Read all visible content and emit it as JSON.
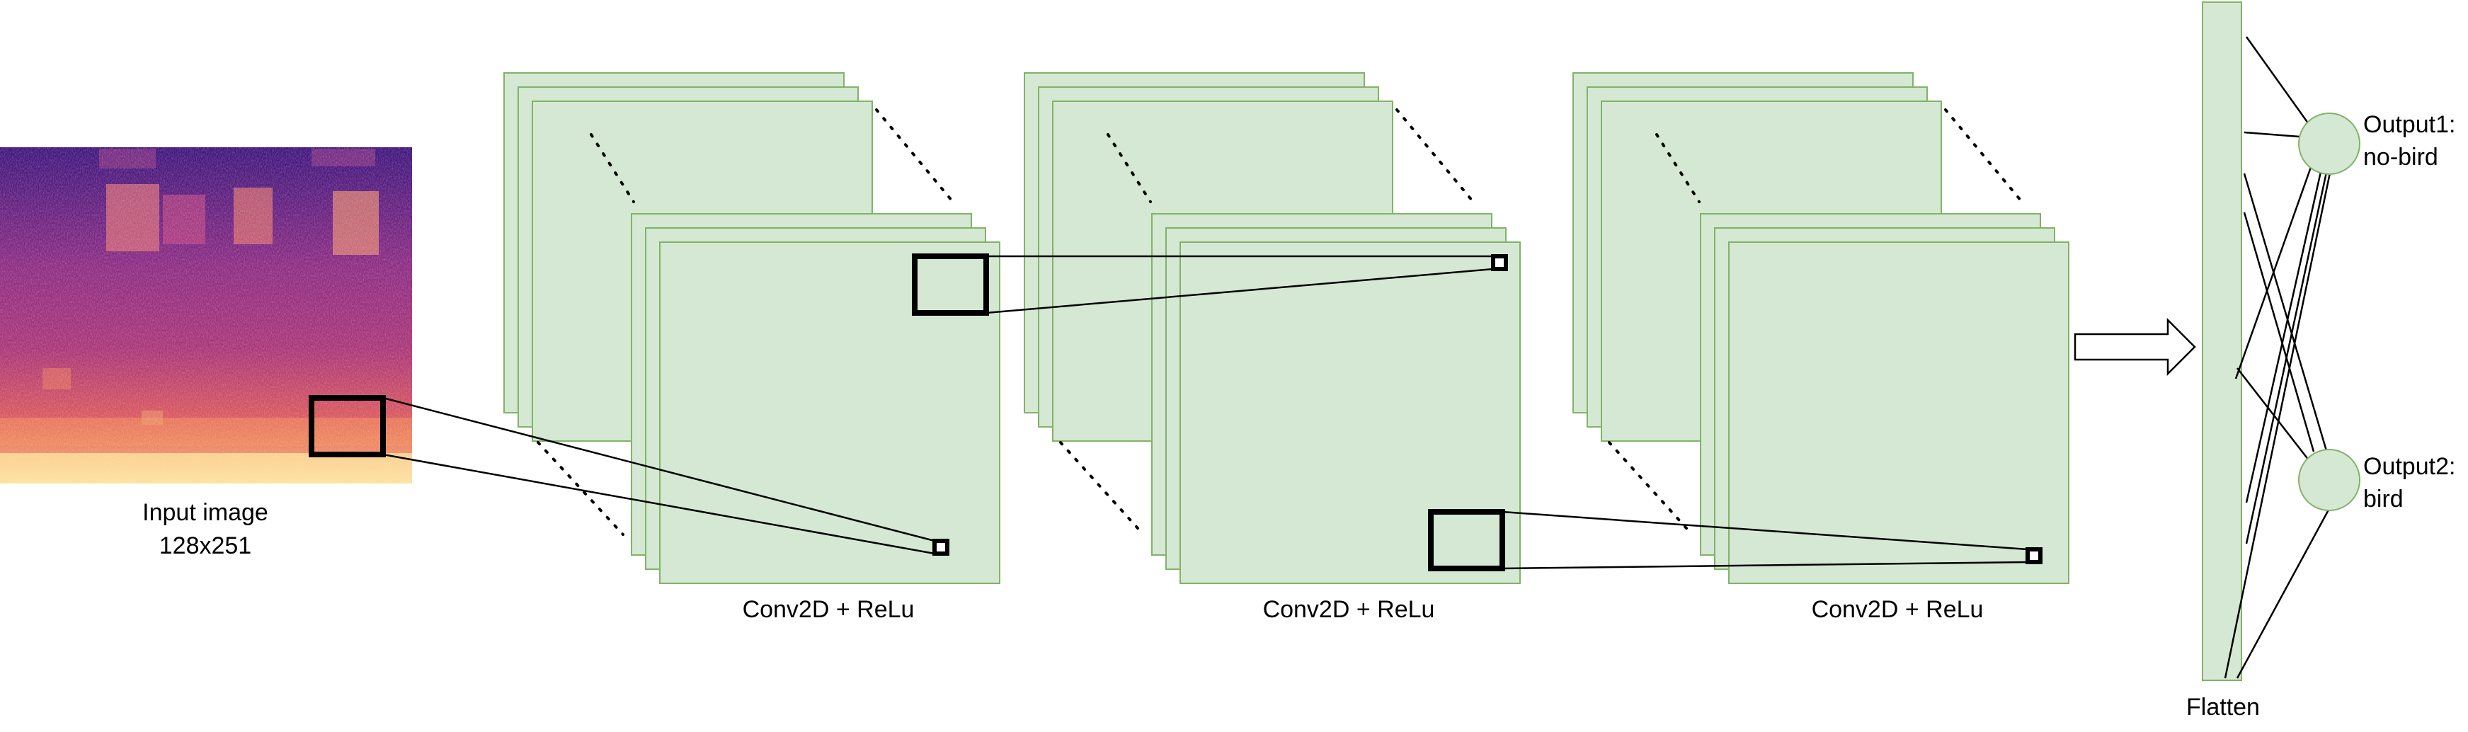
{
  "input": {
    "label_line1": "Input image",
    "label_line2": "128x251",
    "colors": {
      "top": "#3a1480",
      "mid": "#9c2a7c",
      "low": "#e35d5c",
      "bottom": "#fbe7a8"
    }
  },
  "conv_blocks": [
    {
      "label": "Conv2D + ReLu"
    },
    {
      "label": "Conv2D + ReLu"
    },
    {
      "label": "Conv2D + ReLu"
    }
  ],
  "flatten": {
    "label": "Flatten"
  },
  "outputs": [
    {
      "line1": "Output1:",
      "line2": "no-bird"
    },
    {
      "line1": "Output2:",
      "line2": "bird"
    }
  ],
  "colors": {
    "feature_fill": "#d5e8d4",
    "feature_stroke": "#82b366",
    "line": "#000000"
  }
}
